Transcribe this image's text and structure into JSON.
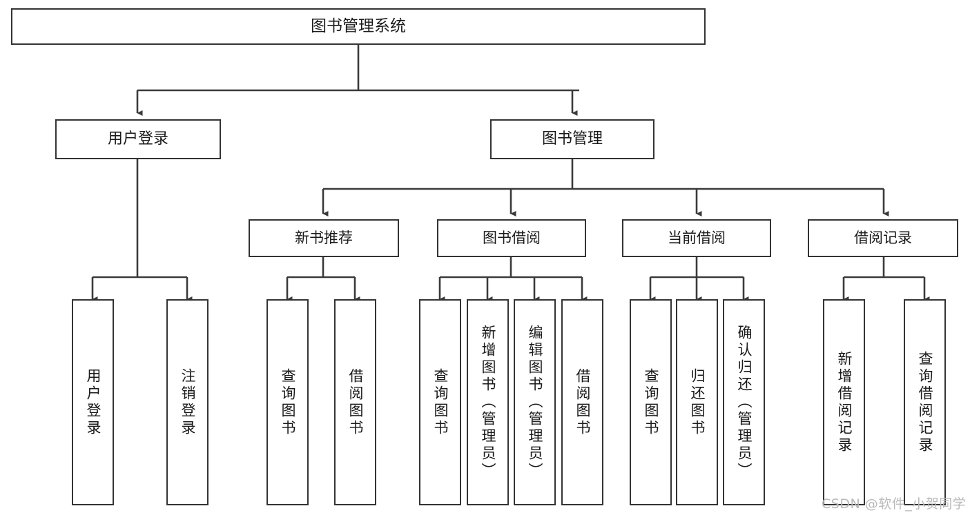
{
  "diagram": {
    "title": "图书管理系统",
    "type": "tree-hierarchy",
    "orientation": "top-down",
    "colors": {
      "background": "#ffffff",
      "box_border": "#333333",
      "box_fill": "#ffffff",
      "connector": "#3a3a3a",
      "text": "#1a1a1a",
      "watermark": "#b9b9b9"
    },
    "watermark": "CSDN @软件_小贺同学",
    "nodes": {
      "root": {
        "label": "图书管理系统"
      },
      "level1": [
        {
          "id": "user-login",
          "label": "用户登录"
        },
        {
          "id": "book-manage",
          "label": "图书管理"
        }
      ],
      "level2": [
        {
          "id": "new-book-rec",
          "label": "新书推荐"
        },
        {
          "id": "book-borrow",
          "label": "图书借阅"
        },
        {
          "id": "current-borrow",
          "label": "当前借阅"
        },
        {
          "id": "borrow-record",
          "label": "借阅记录"
        }
      ],
      "leaves": {
        "user-login": [
          {
            "id": "leaf-user-login",
            "label": "用户登录"
          },
          {
            "id": "leaf-logout",
            "label": "注销登录"
          }
        ],
        "new-book-rec": [
          {
            "id": "leaf-query-book-1",
            "label": "查询图书"
          },
          {
            "id": "leaf-borrow-book-1",
            "label": "借阅图书"
          }
        ],
        "book-borrow": [
          {
            "id": "leaf-query-book-2",
            "label": "查询图书"
          },
          {
            "id": "leaf-add-book",
            "label": "新增图书（管理员）"
          },
          {
            "id": "leaf-edit-book",
            "label": "编辑图书（管理员）"
          },
          {
            "id": "leaf-borrow-book-2",
            "label": "借阅图书"
          }
        ],
        "current-borrow": [
          {
            "id": "leaf-query-book-3",
            "label": "查询图书"
          },
          {
            "id": "leaf-return-book",
            "label": "归还图书"
          },
          {
            "id": "leaf-confirm-return",
            "label": "确认归还（管理员）"
          }
        ],
        "borrow-record": [
          {
            "id": "leaf-add-record",
            "label": "新增借阅记录"
          },
          {
            "id": "leaf-query-record",
            "label": "查询借阅记录"
          }
        ]
      }
    }
  }
}
